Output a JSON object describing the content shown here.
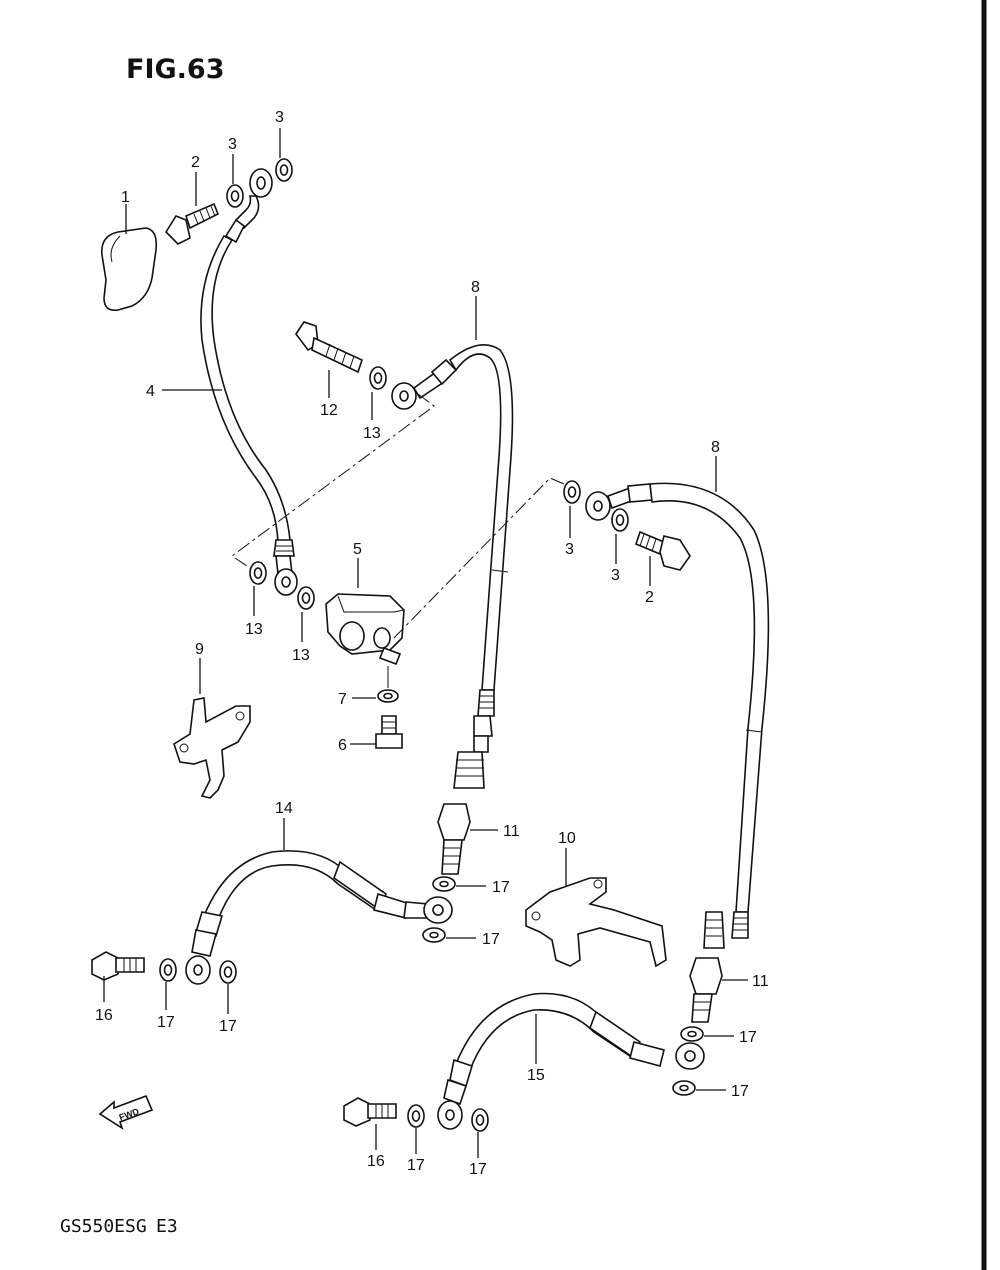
{
  "figure": {
    "title": "FIG.63",
    "model_code": "GS550ESG",
    "region_code": "E3",
    "fwd_mark": "FWD"
  },
  "callouts": [
    {
      "id": "c1",
      "label": "1"
    },
    {
      "id": "c2a",
      "label": "2"
    },
    {
      "id": "c3a",
      "label": "3"
    },
    {
      "id": "c3b",
      "label": "3"
    },
    {
      "id": "c4",
      "label": "4"
    },
    {
      "id": "c8a",
      "label": "8"
    },
    {
      "id": "c12",
      "label": "12"
    },
    {
      "id": "c13a",
      "label": "13"
    },
    {
      "id": "c8b",
      "label": "8"
    },
    {
      "id": "c3c",
      "label": "3"
    },
    {
      "id": "c3d",
      "label": "3"
    },
    {
      "id": "c2b",
      "label": "2"
    },
    {
      "id": "c5",
      "label": "5"
    },
    {
      "id": "c13b",
      "label": "13"
    },
    {
      "id": "c13c",
      "label": "13"
    },
    {
      "id": "c9",
      "label": "9"
    },
    {
      "id": "c7",
      "label": "7"
    },
    {
      "id": "c6",
      "label": "6"
    },
    {
      "id": "c14",
      "label": "14"
    },
    {
      "id": "c11a",
      "label": "11"
    },
    {
      "id": "c17a",
      "label": "17"
    },
    {
      "id": "c17b",
      "label": "17"
    },
    {
      "id": "c10",
      "label": "10"
    },
    {
      "id": "c16a",
      "label": "16"
    },
    {
      "id": "c17c",
      "label": "17"
    },
    {
      "id": "c17d",
      "label": "17"
    },
    {
      "id": "c11b",
      "label": "11"
    },
    {
      "id": "c17e",
      "label": "17"
    },
    {
      "id": "c15",
      "label": "15"
    },
    {
      "id": "c17f",
      "label": "17"
    },
    {
      "id": "c16b",
      "label": "16"
    },
    {
      "id": "c17g",
      "label": "17"
    },
    {
      "id": "c17h",
      "label": "17"
    }
  ]
}
